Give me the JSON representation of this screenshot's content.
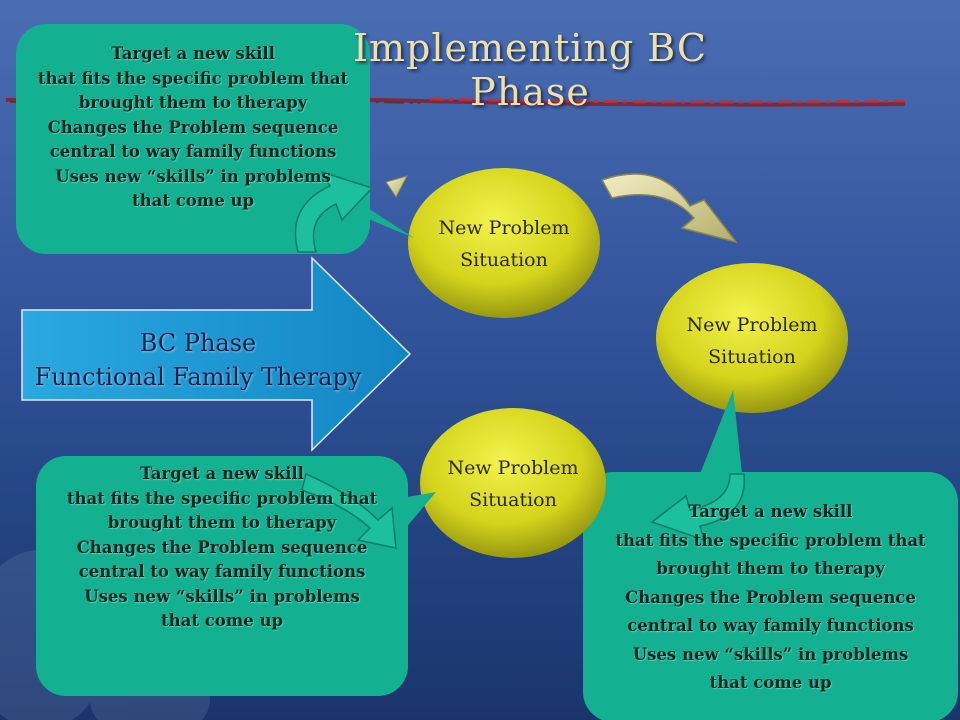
{
  "slide": {
    "title": "Implementing  BC Phase",
    "colors": {
      "background": "#3a5ba4",
      "teal_box": "#14b092",
      "yellow_ellipse": "#d6d61e",
      "blue_arrow": "#1a9ad6",
      "title_text": "#f0e0a8"
    },
    "bc_phase": {
      "line1": "BC Phase",
      "line2": "Functional Family Therapy"
    },
    "situations": [
      {
        "line1": "New Problem",
        "line2": "Situation"
      },
      {
        "line1": "New Problem",
        "line2": "Situation"
      },
      {
        "line1": "New Problem",
        "line2": "Situation"
      }
    ],
    "skill_boxes": [
      {
        "lines": [
          "Target a new skill",
          "that fits the specific problem that",
          "brought them to therapy",
          "Changes the Problem sequence",
          "central to way family functions",
          "Uses new “skills” in problems",
          "that come up"
        ]
      },
      {
        "lines": [
          "Target a new skill",
          "that fits the specific problem that",
          "brought them to therapy",
          "Changes the Problem sequence",
          "central to way family functions",
          "Uses new “skills” in problems",
          "that come up"
        ]
      },
      {
        "lines": [
          "Target a new skill",
          "that fits the specific problem that",
          "brought them to therapy",
          "Changes the Problem sequence",
          "central to way family functions",
          "Uses new “skills” in problems",
          "that come up"
        ]
      }
    ]
  }
}
